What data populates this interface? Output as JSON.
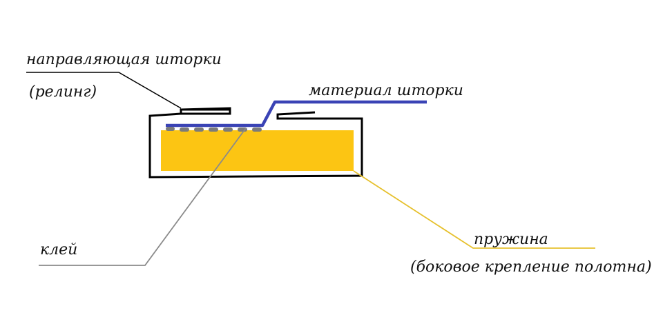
{
  "labels": {
    "rail_guide": "направляющая шторки",
    "rail_guide_sub": "(релинг)",
    "curtain_material": "материал шторки",
    "glue": "клей",
    "spring": "пружина",
    "spring_sub": "(боковое крепление полотна)"
  },
  "colors": {
    "outline": "#000000",
    "curtain": "#3a43b5",
    "spring_fill": "#fcc513",
    "spring_leader": "#e6c02c",
    "glue_dots": "#7b7b7b",
    "glue_leader": "#8a8a8a"
  }
}
